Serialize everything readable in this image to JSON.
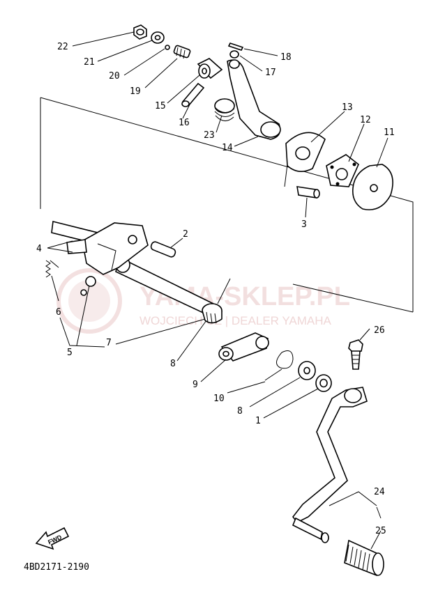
{
  "diagram": {
    "labels": {
      "p1": "1",
      "p2": "2",
      "p3": "3",
      "p4": "4",
      "p5": "5",
      "p6": "6",
      "p7": "7",
      "p8a": "8",
      "p8b": "8",
      "p9": "9",
      "p10": "10",
      "p11": "11",
      "p12": "12",
      "p13": "13",
      "p14": "14",
      "p15": "15",
      "p16": "16",
      "p17": "17",
      "p18": "18",
      "p19": "19",
      "p20": "20",
      "p21": "21",
      "p22": "22",
      "p23": "23",
      "p24": "24",
      "p25": "25",
      "p26": "26"
    },
    "fwd_label": "FWD",
    "part_code": "4BD2171-2190"
  },
  "watermark": {
    "title": "YAMA-SKLEP.PL",
    "subtitle": "WOJCIECH   CZ | DEALER YAMAHA"
  },
  "colors": {
    "ink": "#000000",
    "watermark": "#e9c6c6"
  }
}
